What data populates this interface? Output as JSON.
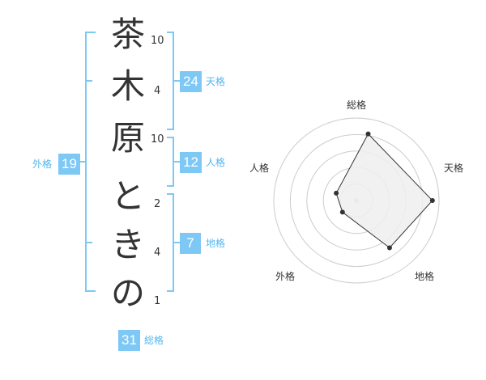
{
  "name_chars": [
    "茶",
    "木",
    "原",
    "と",
    "き",
    "の"
  ],
  "strokes": [
    "10",
    "4",
    "10",
    "2",
    "4",
    "1"
  ],
  "grades": {
    "tenkaku": {
      "label": "天格",
      "value": "24"
    },
    "jinkaku": {
      "label": "人格",
      "value": "12"
    },
    "chikaku": {
      "label": "地格",
      "value": "7"
    },
    "gaikaku": {
      "label": "外格",
      "value": "19"
    },
    "soukaku": {
      "label": "総格",
      "value": "31"
    }
  },
  "colors": {
    "bracket": "#7ec8f5",
    "badge": "#7ec8f5",
    "badge_label": "#55b6ee",
    "polygon_fill": "#eeeeee",
    "polygon_stroke": "#333333"
  },
  "chart_data": {
    "type": "radar",
    "axes": [
      "総格",
      "天格",
      "地格",
      "外格",
      "人格"
    ],
    "values": [
      0.82,
      0.92,
      0.7,
      0.22,
      0.26
    ],
    "rings": 5,
    "ylim": [
      0,
      1
    ],
    "grid": true
  }
}
